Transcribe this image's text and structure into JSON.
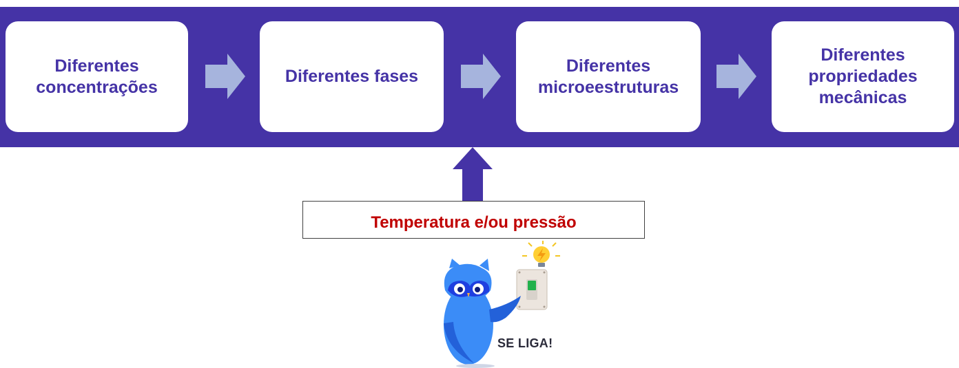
{
  "flow": {
    "step1": "Diferentes\nconcentrações",
    "step2": "Diferentes fases",
    "step3": "Diferentes\nmicroeestruturas",
    "step4": "Diferentes\npropriedades\nmecânicas"
  },
  "condition": {
    "label": "Temperatura e/ou pressão"
  },
  "mascot": {
    "caption": "SE LIGA!",
    "icons": [
      "owl-icon",
      "lightbulb-icon",
      "light-switch-icon"
    ]
  },
  "colors": {
    "band": "#4533a6",
    "box_text": "#4533a6",
    "arrow": "#a6b4dd",
    "up_arrow": "#4533a6",
    "condition_text": "#c00000"
  }
}
